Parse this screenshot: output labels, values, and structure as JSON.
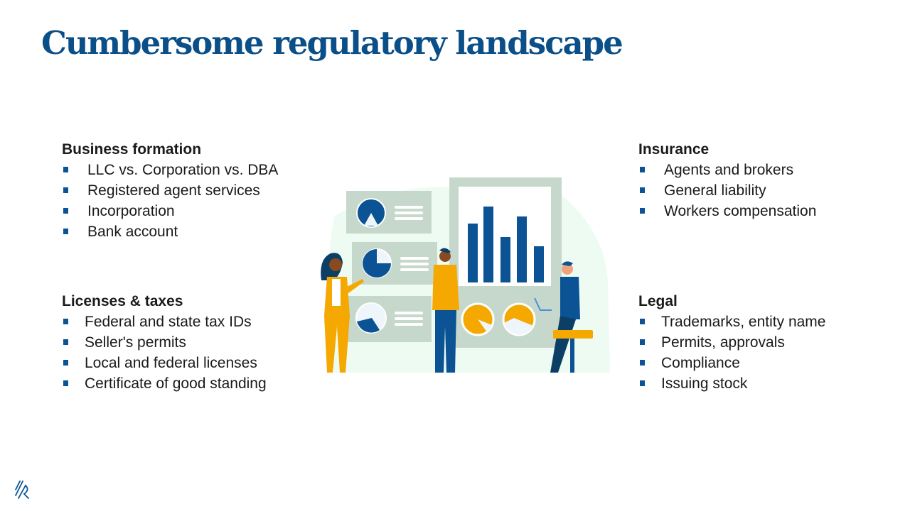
{
  "slide": {
    "title": "Cumbersome regulatory landscape",
    "sections": [
      {
        "heading": "Business formation",
        "items": [
          "LLC vs. Corporation vs. DBA",
          "Registered agent services",
          "Incorporation",
          "Bank account"
        ]
      },
      {
        "heading": "Licenses & taxes",
        "items": [
          "Federal and state tax IDs",
          "Seller's permits",
          "Local and federal licenses",
          "Certificate of good standing"
        ]
      },
      {
        "heading": "Insurance",
        "items": [
          "Agents and brokers",
          "General liability",
          "Workers compensation"
        ]
      },
      {
        "heading": "Legal",
        "items": [
          "Trademarks, entity name",
          "Permits, approvals",
          "Compliance",
          "Issuing stock"
        ]
      }
    ],
    "illustration": "people-reviewing-charts-illustration",
    "logo": "brand-logo-icon",
    "colors": {
      "title": "#0b4f88",
      "bullet": "#0b5394",
      "chart_blue": "#0b5394",
      "accent_yellow": "#f5a800",
      "panel_gray": "#c6d8cc",
      "bg_mint": "#eefbf2"
    }
  }
}
